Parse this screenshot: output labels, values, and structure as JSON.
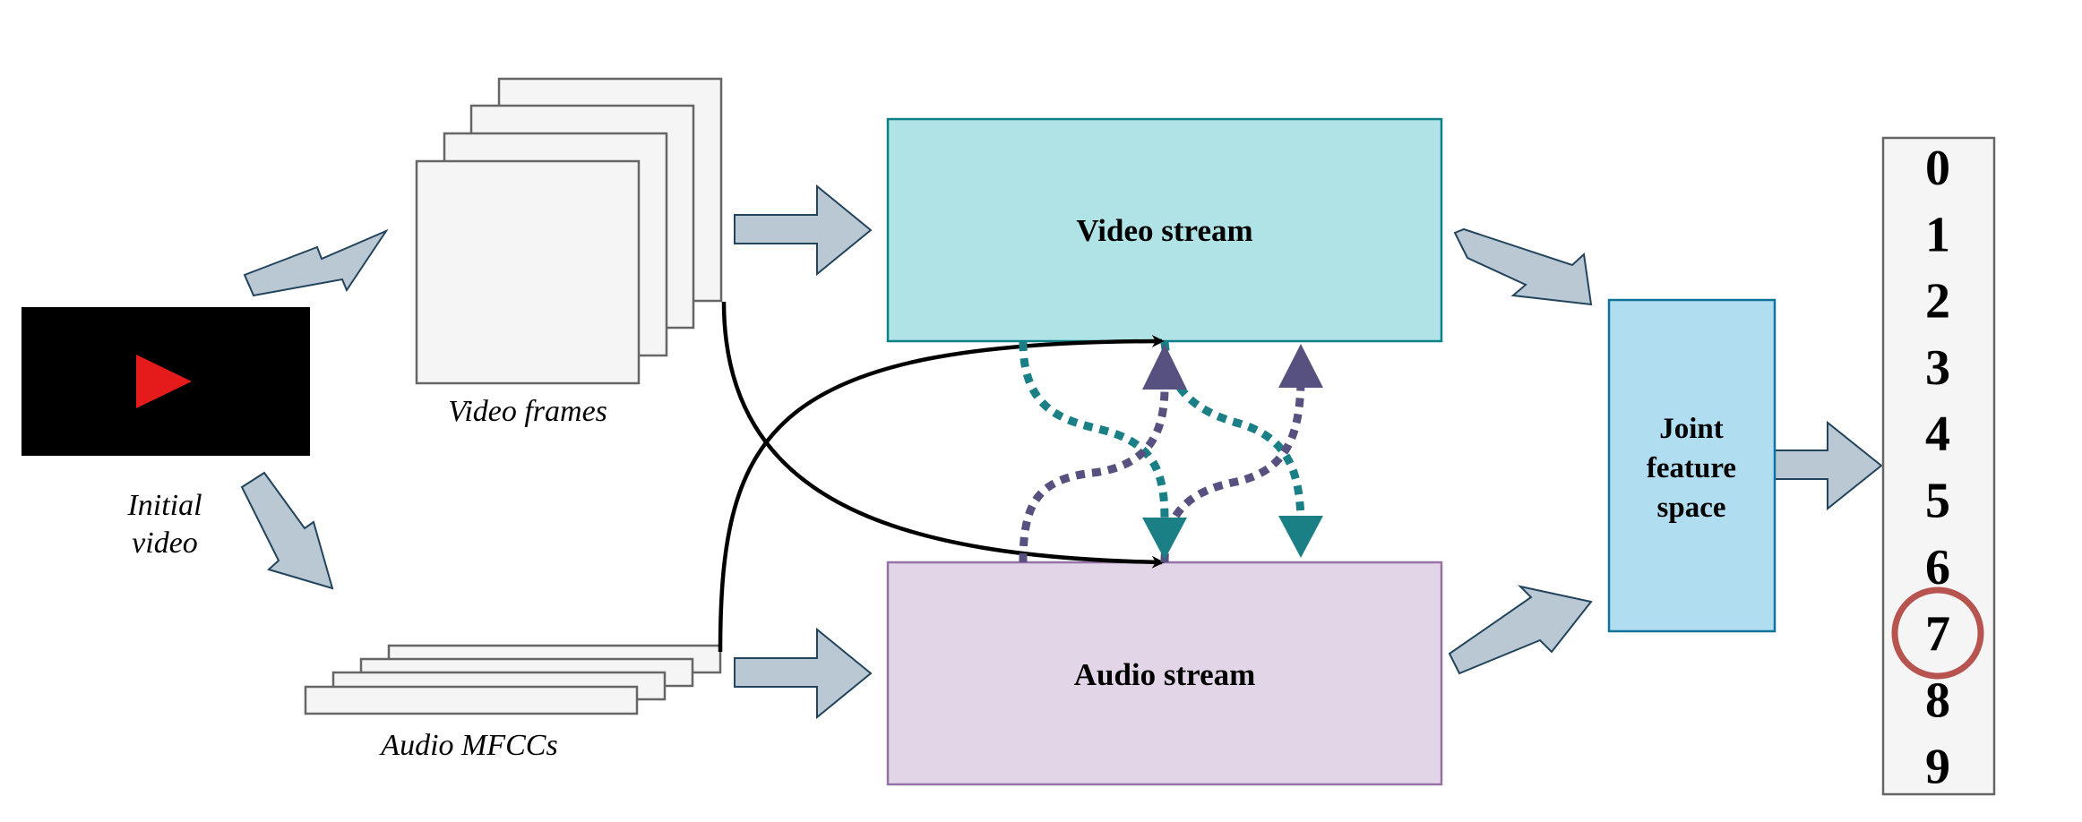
{
  "labels": {
    "initial_video_line1": "Initial",
    "initial_video_line2": "video",
    "video_frames": "Video frames",
    "audio_mfccs": "Audio MFCCs",
    "video_stream": "Video stream",
    "audio_stream": "Audio stream",
    "joint_line1": "Joint",
    "joint_line2": "feature",
    "joint_line3": "space"
  },
  "digits": [
    "0",
    "1",
    "2",
    "3",
    "4",
    "5",
    "6",
    "7",
    "8",
    "9"
  ],
  "highlighted_digit": "7",
  "icons": {
    "play": "play-icon"
  },
  "colors": {
    "video_stream_fill": "#b0e3e6",
    "video_stream_stroke": "#0e8088",
    "audio_stream_fill": "#e1d5e7",
    "audio_stream_stroke": "#9673a6",
    "joint_fill": "#b1ddf0",
    "joint_stroke": "#10739e",
    "arrow_fill": "#bac8d3",
    "arrow_stroke": "#23445d",
    "teal_dotted": "#1b7f86",
    "purple_dotted": "#56517e",
    "highlight_circle": "#b85450",
    "play_red": "#e51a1a"
  }
}
